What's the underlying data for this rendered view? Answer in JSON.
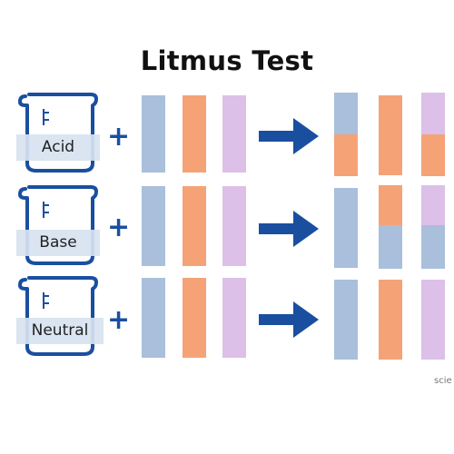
{
  "title": "Litmus Test",
  "operator": "+",
  "colors": {
    "blue_litmus": "#a9bfdc",
    "red_litmus": "#f5a277",
    "neutral_paper": "#dcc0e8",
    "beaker_and_arrow": "#1a4fa0"
  },
  "rows": [
    {
      "label": "Acid",
      "before": [
        "blue",
        "red",
        "purple"
      ],
      "after": [
        [
          "blue",
          "red"
        ],
        [
          "red",
          "red"
        ],
        [
          "purple",
          "red"
        ]
      ]
    },
    {
      "label": "Base",
      "before": [
        "blue",
        "red",
        "purple"
      ],
      "after": [
        [
          "blue",
          "blue"
        ],
        [
          "red",
          "blue"
        ],
        [
          "purple",
          "blue"
        ]
      ]
    },
    {
      "label": "Neutral",
      "before": [
        "blue",
        "red",
        "purple"
      ],
      "after": [
        [
          "blue",
          "blue"
        ],
        [
          "red",
          "red"
        ],
        [
          "purple",
          "purple"
        ]
      ]
    }
  ],
  "credit": "scie"
}
